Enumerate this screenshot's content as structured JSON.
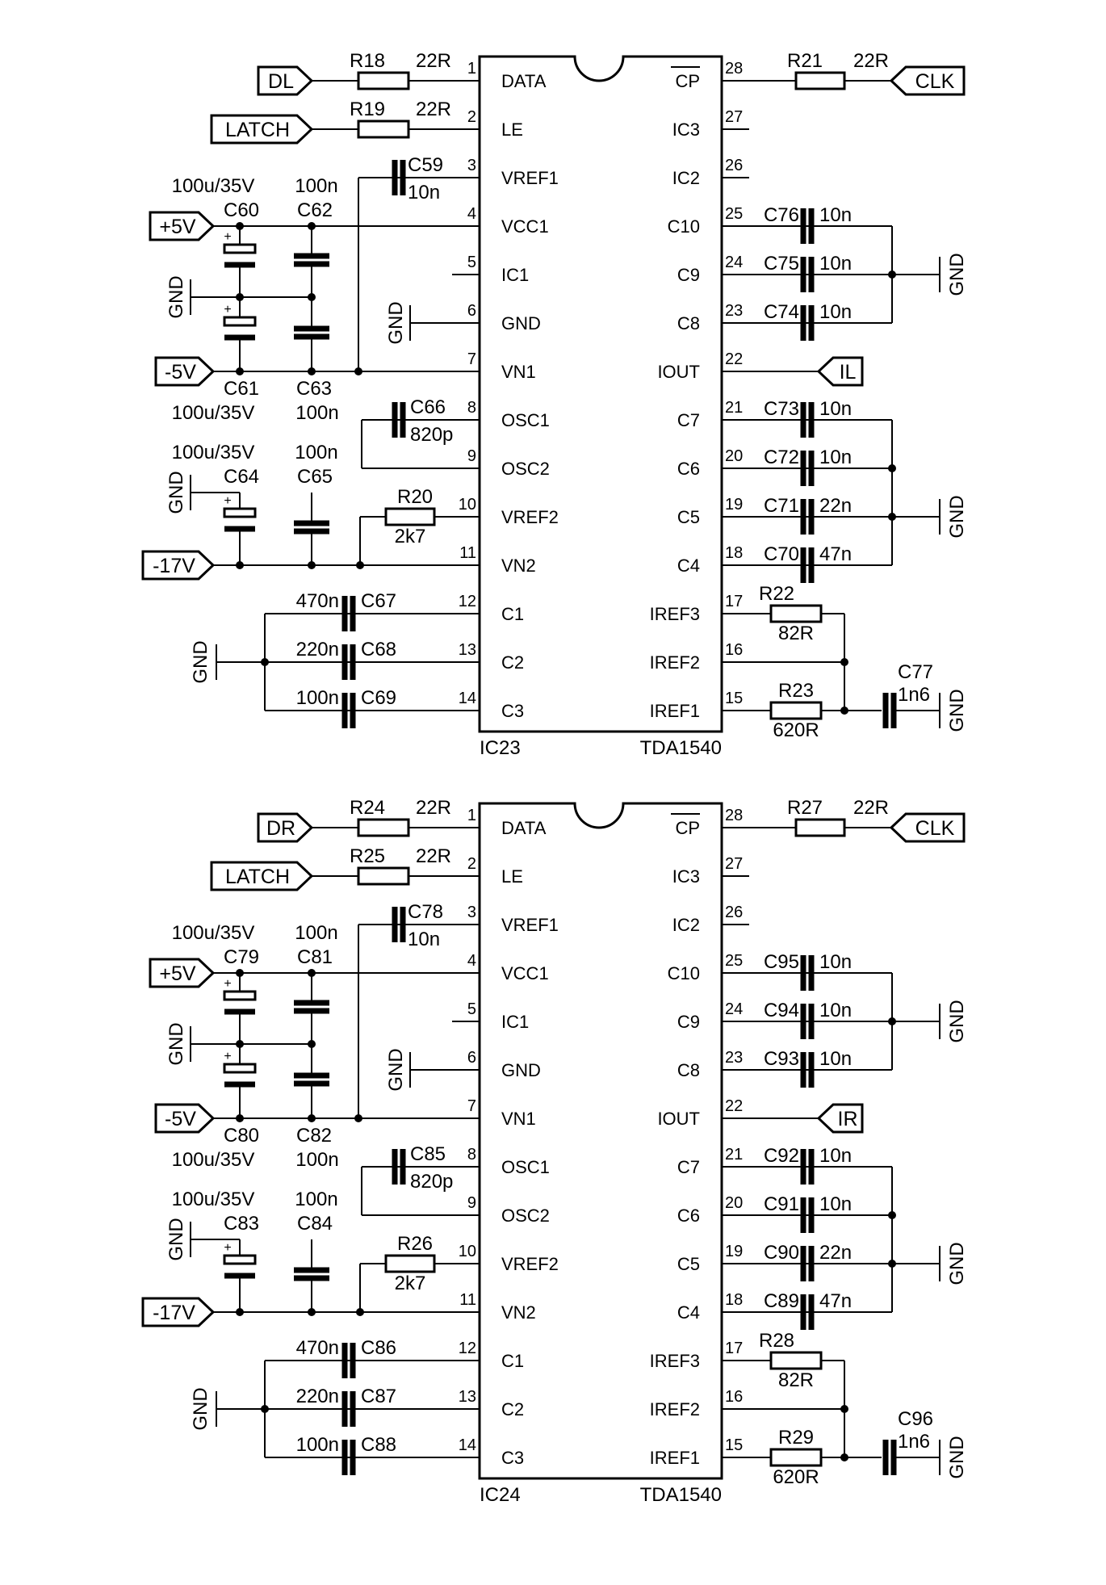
{
  "chips": [
    {
      "ref": "IC23",
      "part": "TDA1540",
      "pins_left": [
        {
          "n": "1",
          "name": "DATA"
        },
        {
          "n": "2",
          "name": "LE"
        },
        {
          "n": "3",
          "name": "VREF1"
        },
        {
          "n": "4",
          "name": "VCC1"
        },
        {
          "n": "5",
          "name": "IC1"
        },
        {
          "n": "6",
          "name": "GND"
        },
        {
          "n": "7",
          "name": "VN1"
        },
        {
          "n": "8",
          "name": "OSC1"
        },
        {
          "n": "9",
          "name": "OSC2"
        },
        {
          "n": "10",
          "name": "VREF2"
        },
        {
          "n": "11",
          "name": "VN2"
        },
        {
          "n": "12",
          "name": "C1"
        },
        {
          "n": "13",
          "name": "C2"
        },
        {
          "n": "14",
          "name": "C3"
        }
      ],
      "pins_right": [
        {
          "n": "28",
          "name": "CP"
        },
        {
          "n": "27",
          "name": "IC3"
        },
        {
          "n": "26",
          "name": "IC2"
        },
        {
          "n": "25",
          "name": "C10"
        },
        {
          "n": "24",
          "name": "C9"
        },
        {
          "n": "23",
          "name": "C8"
        },
        {
          "n": "22",
          "name": "IOUT"
        },
        {
          "n": "21",
          "name": "C7"
        },
        {
          "n": "20",
          "name": "C6"
        },
        {
          "n": "19",
          "name": "C5"
        },
        {
          "n": "18",
          "name": "C4"
        },
        {
          "n": "17",
          "name": "IREF3"
        },
        {
          "n": "16",
          "name": "IREF2"
        },
        {
          "n": "15",
          "name": "IREF1"
        }
      ],
      "ports": {
        "data": "DL",
        "latch": "LATCH",
        "clk": "CLK",
        "iout": "IL",
        "plus5": "+5V",
        "minus5": "-5V",
        "minus17": "-17V"
      },
      "gnd_label": "GND",
      "parts": {
        "r_data": {
          "ref": "R18",
          "val": "22R"
        },
        "r_le": {
          "ref": "R19",
          "val": "22R"
        },
        "r_clk": {
          "ref": "R21",
          "val": "22R"
        },
        "c_vref1": {
          "ref": "C59",
          "val": "10n"
        },
        "c_top_el": {
          "ref": "C60",
          "val": "100u/35V"
        },
        "c_top_ce": {
          "ref": "C62",
          "val": "100n"
        },
        "c_bot_el": {
          "ref": "C61",
          "val": "100u/35V"
        },
        "c_bot_ce": {
          "ref": "C63",
          "val": "100n"
        },
        "c_osc": {
          "ref": "C66",
          "val": "820p"
        },
        "c_17_el": {
          "ref": "C64",
          "val": "100u/35V"
        },
        "c_17_ce": {
          "ref": "C65",
          "val": "100n"
        },
        "r_vref2": {
          "ref": "R20",
          "val": "2k7"
        },
        "c_c1": {
          "ref": "C67",
          "val": "470n"
        },
        "c_c2": {
          "ref": "C68",
          "val": "220n"
        },
        "c_c3": {
          "ref": "C69",
          "val": "100n"
        },
        "c_c10": {
          "ref": "C76",
          "val": "10n"
        },
        "c_c9": {
          "ref": "C75",
          "val": "10n"
        },
        "c_c8": {
          "ref": "C74",
          "val": "10n"
        },
        "c_c7": {
          "ref": "C73",
          "val": "10n"
        },
        "c_c6": {
          "ref": "C72",
          "val": "10n"
        },
        "c_c5": {
          "ref": "C71",
          "val": "22n"
        },
        "c_c4": {
          "ref": "C70",
          "val": "47n"
        },
        "r_iref3": {
          "ref": "R22",
          "val": "82R"
        },
        "r_iref1": {
          "ref": "R23",
          "val": "620R"
        },
        "c_iref": {
          "ref": "C77",
          "val": "1n6"
        }
      }
    },
    {
      "ref": "IC24",
      "part": "TDA1540",
      "pins_left": [
        {
          "n": "1",
          "name": "DATA"
        },
        {
          "n": "2",
          "name": "LE"
        },
        {
          "n": "3",
          "name": "VREF1"
        },
        {
          "n": "4",
          "name": "VCC1"
        },
        {
          "n": "5",
          "name": "IC1"
        },
        {
          "n": "6",
          "name": "GND"
        },
        {
          "n": "7",
          "name": "VN1"
        },
        {
          "n": "8",
          "name": "OSC1"
        },
        {
          "n": "9",
          "name": "OSC2"
        },
        {
          "n": "10",
          "name": "VREF2"
        },
        {
          "n": "11",
          "name": "VN2"
        },
        {
          "n": "12",
          "name": "C1"
        },
        {
          "n": "13",
          "name": "C2"
        },
        {
          "n": "14",
          "name": "C3"
        }
      ],
      "pins_right": [
        {
          "n": "28",
          "name": "CP"
        },
        {
          "n": "27",
          "name": "IC3"
        },
        {
          "n": "26",
          "name": "IC2"
        },
        {
          "n": "25",
          "name": "C10"
        },
        {
          "n": "24",
          "name": "C9"
        },
        {
          "n": "23",
          "name": "C8"
        },
        {
          "n": "22",
          "name": "IOUT"
        },
        {
          "n": "21",
          "name": "C7"
        },
        {
          "n": "20",
          "name": "C6"
        },
        {
          "n": "19",
          "name": "C5"
        },
        {
          "n": "18",
          "name": "C4"
        },
        {
          "n": "17",
          "name": "IREF3"
        },
        {
          "n": "16",
          "name": "IREF2"
        },
        {
          "n": "15",
          "name": "IREF1"
        }
      ],
      "ports": {
        "data": "DR",
        "latch": "LATCH",
        "clk": "CLK",
        "iout": "IR",
        "plus5": "+5V",
        "minus5": "-5V",
        "minus17": "-17V"
      },
      "gnd_label": "GND",
      "parts": {
        "r_data": {
          "ref": "R24",
          "val": "22R"
        },
        "r_le": {
          "ref": "R25",
          "val": "22R"
        },
        "r_clk": {
          "ref": "R27",
          "val": "22R"
        },
        "c_vref1": {
          "ref": "C78",
          "val": "10n"
        },
        "c_top_el": {
          "ref": "C79",
          "val": "100u/35V"
        },
        "c_top_ce": {
          "ref": "C81",
          "val": "100n"
        },
        "c_bot_el": {
          "ref": "C80",
          "val": "100u/35V"
        },
        "c_bot_ce": {
          "ref": "C82",
          "val": "100n"
        },
        "c_osc": {
          "ref": "C85",
          "val": "820p"
        },
        "c_17_el": {
          "ref": "C83",
          "val": "100u/35V"
        },
        "c_17_ce": {
          "ref": "C84",
          "val": "100n"
        },
        "r_vref2": {
          "ref": "R26",
          "val": "2k7"
        },
        "c_c1": {
          "ref": "C86",
          "val": "470n"
        },
        "c_c2": {
          "ref": "C87",
          "val": "220n"
        },
        "c_c3": {
          "ref": "C88",
          "val": "100n"
        },
        "c_c10": {
          "ref": "C95",
          "val": "10n"
        },
        "c_c9": {
          "ref": "C94",
          "val": "10n"
        },
        "c_c8": {
          "ref": "C93",
          "val": "10n"
        },
        "c_c7": {
          "ref": "C92",
          "val": "10n"
        },
        "c_c6": {
          "ref": "C91",
          "val": "10n"
        },
        "c_c5": {
          "ref": "C90",
          "val": "22n"
        },
        "c_c4": {
          "ref": "C89",
          "val": "47n"
        },
        "r_iref3": {
          "ref": "R28",
          "val": "82R"
        },
        "r_iref1": {
          "ref": "R29",
          "val": "620R"
        },
        "c_iref": {
          "ref": "C96",
          "val": "1n6"
        }
      }
    }
  ]
}
